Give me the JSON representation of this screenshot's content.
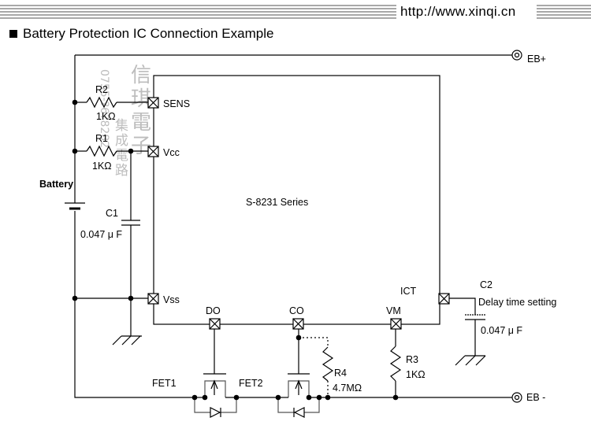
{
  "header": {
    "site_url": "http://www.xinqi.cn",
    "title": "Battery Protection IC Connection Example"
  },
  "diagram": {
    "ic": {
      "name": "S-8231 Series"
    },
    "pins": {
      "sens": "SENS",
      "vcc": "Vcc",
      "vss": "Vss",
      "do": "DO",
      "co": "CO",
      "vm": "VM",
      "ict": "ICT"
    },
    "components": {
      "r2": {
        "ref": "R2",
        "value": "1KΩ"
      },
      "r1": {
        "ref": "R1",
        "value": "1KΩ"
      },
      "r3": {
        "ref": "R3",
        "value": "1KΩ"
      },
      "r4": {
        "ref": "R4",
        "value": "4.7MΩ"
      },
      "c1": {
        "ref": "C1",
        "value": "0.047 μ F"
      },
      "c2": {
        "ref": "C2",
        "note": "Delay time setting",
        "value": "0.047 μ F"
      },
      "battery": {
        "label": "Battery"
      },
      "fet1": {
        "ref": "FET1"
      },
      "fet2": {
        "ref": "FET2"
      }
    },
    "terminals": {
      "eb_plus": "EB+",
      "eb_minus": "EB -"
    },
    "watermark": {
      "company": [
        "信",
        "琪",
        "電",
        "子"
      ],
      "subtitle": [
        "集",
        "成",
        "電",
        "路"
      ],
      "phone": "0755-?6?8282"
    }
  }
}
